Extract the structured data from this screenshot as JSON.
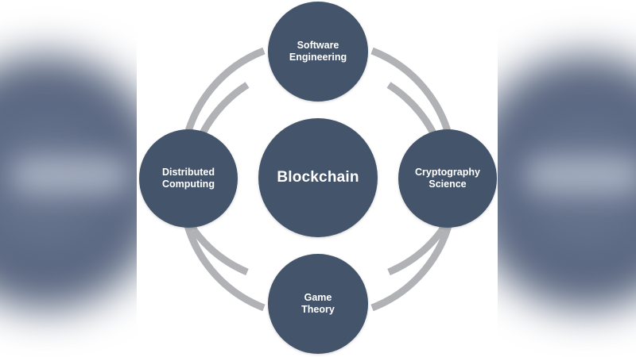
{
  "diagram": {
    "title": "Blockchain",
    "type": "hub-and-spoke circular diagram",
    "colors": {
      "node_fill": "#44546A",
      "node_text": "#FFFFFF",
      "ring_stroke": "#B0B2B5",
      "panel_background": "#FFFFFF"
    },
    "center": {
      "label": "Blockchain"
    },
    "nodes": [
      {
        "id": "software-engineering",
        "position": "top",
        "label": "Software\nEngineering",
        "line1": "Software",
        "line2": "Engineering"
      },
      {
        "id": "cryptography-science",
        "position": "right",
        "label": "Cryptography\nScience",
        "line1": "Cryptography",
        "line2": "Science"
      },
      {
        "id": "game-theory",
        "position": "bottom",
        "label": "Game\nTheory",
        "line1": "Game",
        "line2": "Theory"
      },
      {
        "id": "distributed-computing",
        "position": "left",
        "label": "Distributed\nComputing",
        "line1": "Distributed",
        "line2": "Computing"
      }
    ]
  },
  "chart_data": {
    "type": "diagram",
    "title": "Blockchain",
    "center": "Blockchain",
    "categories": [
      "Software Engineering",
      "Cryptography Science",
      "Game Theory",
      "Distributed Computing"
    ],
    "layout": "four satellite circles connected by a light grey ring around a central circle",
    "legend": "none"
  }
}
